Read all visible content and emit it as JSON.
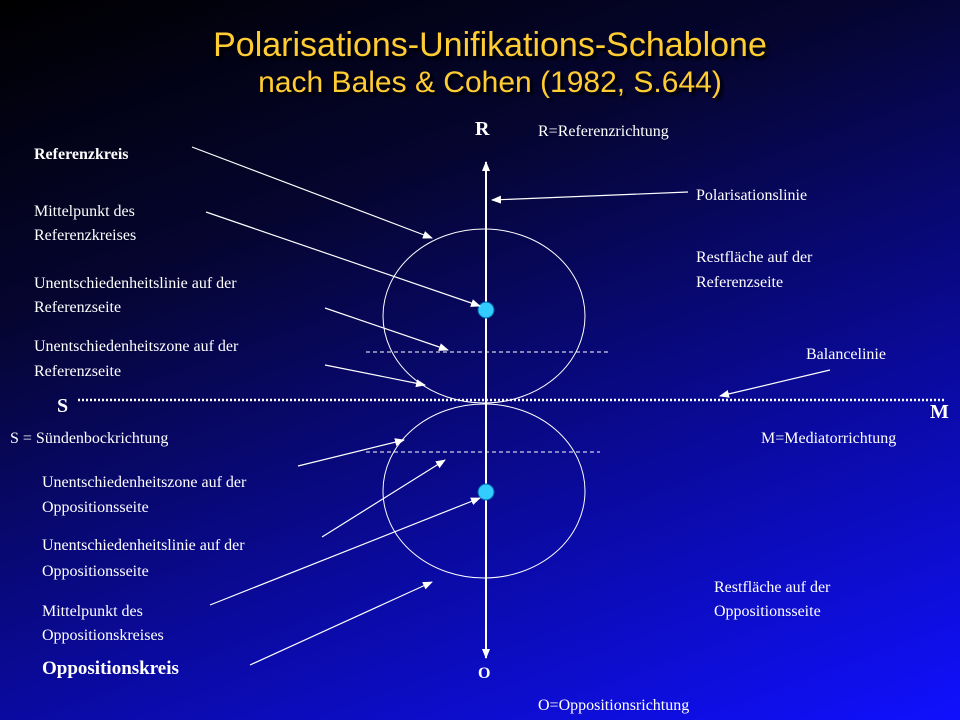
{
  "title": {
    "line1": "Polarisations-Unifikations-Schablone",
    "line2": "nach Bales & Cohen (1982, S.644)"
  },
  "axes": {
    "r": "R",
    "r_desc": "R=Referenzrichtung",
    "o": "O",
    "o_desc": "O=Oppositionsrichtung",
    "s": "S",
    "s_desc": "S = Sündenbockrichtung",
    "m": "M",
    "m_desc": "M=Mediatorrichtung"
  },
  "left_labels": {
    "referenzkreis": "Referenzkreis",
    "mittelpunkt_ref_1": "Mittelpunkt des",
    "mittelpunkt_ref_2": "Referenzkreises",
    "linie_ref_1": "Unentschiedenheitslinie auf der",
    "linie_ref_2": "Referenzseite",
    "zone_ref_1": "Unentschiedenheitszone auf der",
    "zone_ref_2": "Referenzseite",
    "zone_opp_1": "Unentschiedenheitszone auf der",
    "zone_opp_2": "Oppositionsseite",
    "linie_opp_1": "Unentschiedenheitslinie auf der",
    "linie_opp_2": "Oppositionsseite",
    "mittelpunkt_opp_1": "Mittelpunkt des",
    "mittelpunkt_opp_2": "Oppositionskreises",
    "oppositionskreis": "Oppositionskreis"
  },
  "right_labels": {
    "polarisationslinie": "Polarisationslinie",
    "restflaeche_ref_1": "Restfläche auf der",
    "restflaeche_ref_2": "Referenzseite",
    "balancelinie": "Balancelinie",
    "restflaeche_opp_1": "Restfläche auf der",
    "restflaeche_opp_2": "Oppositionsseite"
  },
  "colors": {
    "title": "#ffcc33",
    "center_dot": "#33ccff",
    "lines": "#ffffff"
  }
}
